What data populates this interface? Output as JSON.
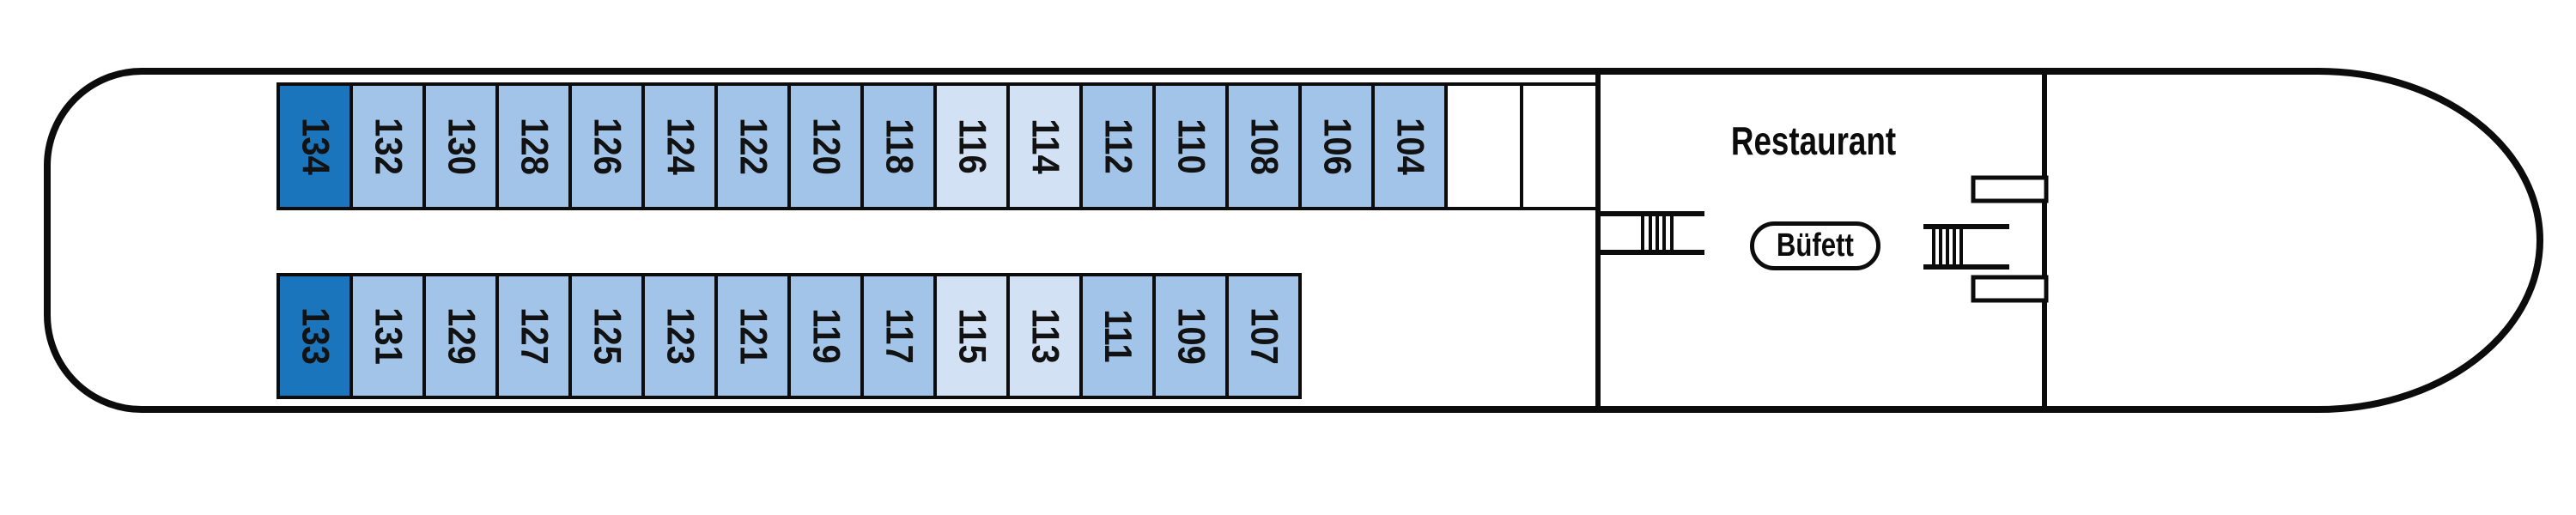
{
  "deck_plan": {
    "restaurant_label": "Restaurant",
    "buffet_label": "Büfett",
    "colors": {
      "cabin_dark": "#1B75BC",
      "cabin_medium": "#A2C4E8",
      "cabin_light": "#D3E1F4",
      "line": "#0c0c0c"
    },
    "top_row": [
      {
        "number": "134",
        "tone": "dark"
      },
      {
        "number": "132",
        "tone": "medium"
      },
      {
        "number": "130",
        "tone": "medium"
      },
      {
        "number": "128",
        "tone": "medium"
      },
      {
        "number": "126",
        "tone": "medium"
      },
      {
        "number": "124",
        "tone": "medium"
      },
      {
        "number": "122",
        "tone": "medium"
      },
      {
        "number": "120",
        "tone": "medium"
      },
      {
        "number": "118",
        "tone": "medium"
      },
      {
        "number": "116",
        "tone": "light"
      },
      {
        "number": "114",
        "tone": "light"
      },
      {
        "number": "112",
        "tone": "medium"
      },
      {
        "number": "110",
        "tone": "medium"
      },
      {
        "number": "108",
        "tone": "medium"
      },
      {
        "number": "106",
        "tone": "medium"
      },
      {
        "number": "104",
        "tone": "medium"
      },
      {
        "number": "",
        "tone": "service"
      },
      {
        "number": "",
        "tone": "service"
      }
    ],
    "bottom_row": [
      {
        "number": "133",
        "tone": "dark"
      },
      {
        "number": "131",
        "tone": "medium"
      },
      {
        "number": "129",
        "tone": "medium"
      },
      {
        "number": "127",
        "tone": "medium"
      },
      {
        "number": "125",
        "tone": "medium"
      },
      {
        "number": "123",
        "tone": "medium"
      },
      {
        "number": "121",
        "tone": "medium"
      },
      {
        "number": "119",
        "tone": "medium"
      },
      {
        "number": "117",
        "tone": "medium"
      },
      {
        "number": "115",
        "tone": "light"
      },
      {
        "number": "113",
        "tone": "light"
      },
      {
        "number": "111",
        "tone": "medium"
      },
      {
        "number": "109",
        "tone": "medium"
      },
      {
        "number": "107",
        "tone": "medium"
      }
    ]
  }
}
